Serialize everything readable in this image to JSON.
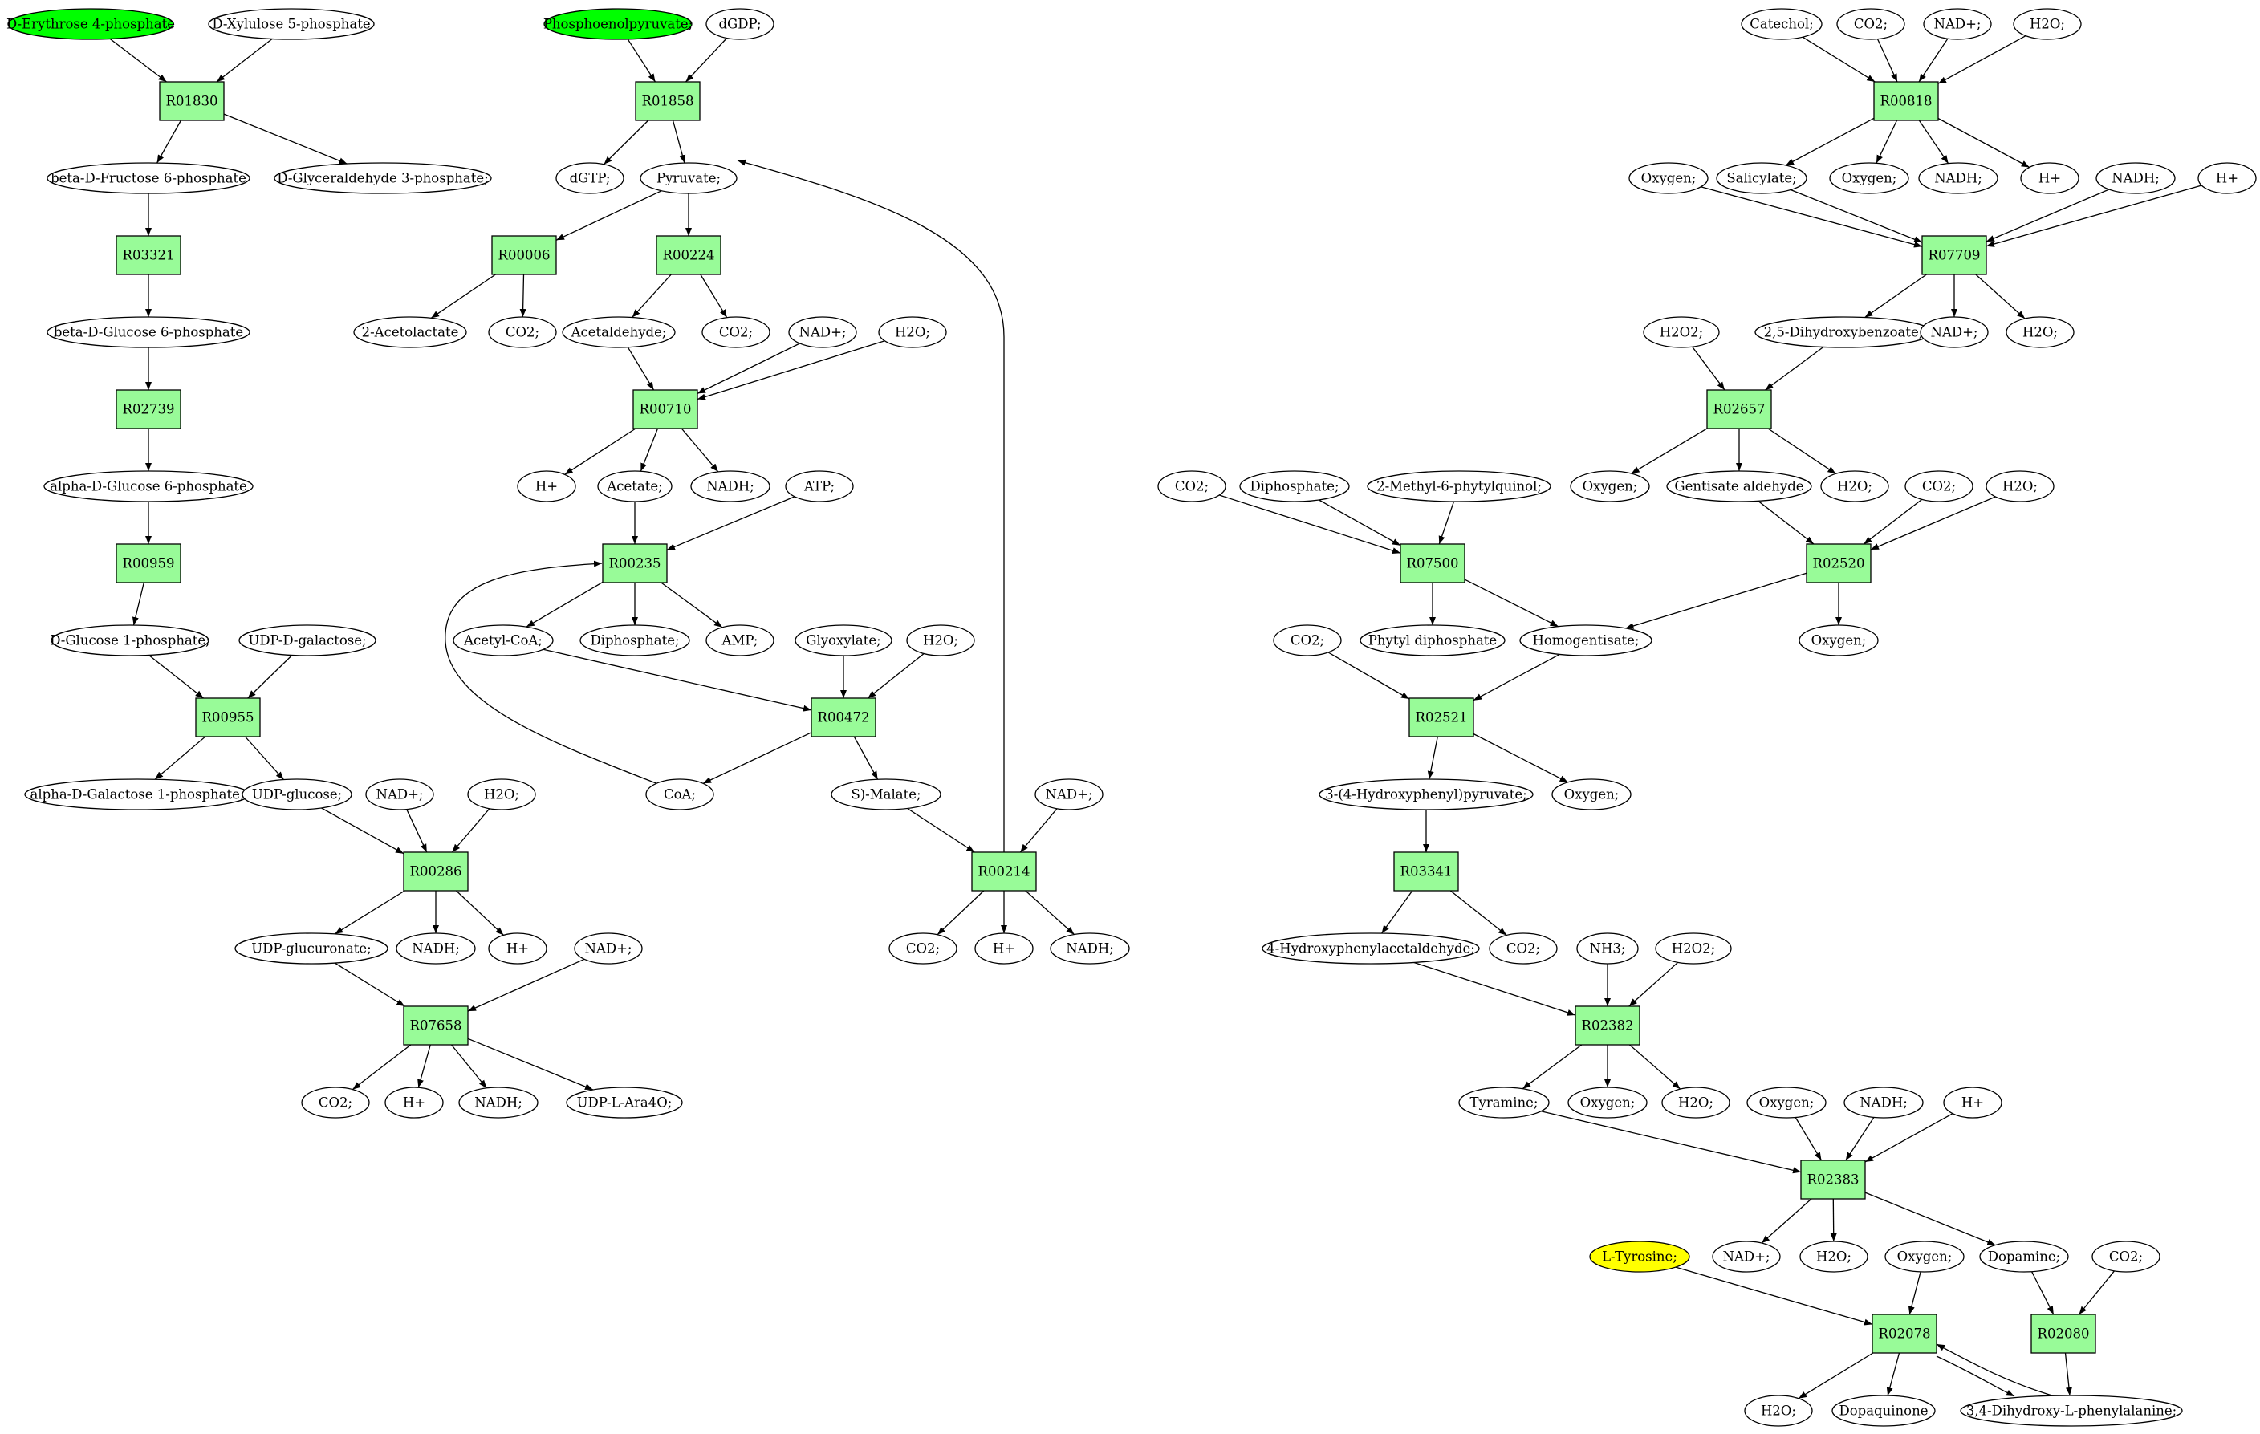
{
  "colors": {
    "reaction_fill": "#98fb98",
    "start_fill": "#00ff00",
    "target_fill": "#ffff00",
    "compound_fill": "#ffffff",
    "stroke": "#000000"
  },
  "nodes": [
    {
      "id": "c_e4p",
      "kind": "compound",
      "style": "start",
      "label": "D-Erythrose 4-phosphate"
    },
    {
      "id": "c_x5p",
      "kind": "compound",
      "label": "D-Xylulose 5-phosphate"
    },
    {
      "id": "r_R01830",
      "kind": "reaction",
      "label": "R01830"
    },
    {
      "id": "c_bdf6p",
      "kind": "compound",
      "label": "beta-D-Fructose 6-phosphate"
    },
    {
      "id": "c_dg3p",
      "kind": "compound",
      "label": "D-Glyceraldehyde 3-phosphate;"
    },
    {
      "id": "r_R03321",
      "kind": "reaction",
      "label": "R03321"
    },
    {
      "id": "c_bdg6p",
      "kind": "compound",
      "label": "beta-D-Glucose 6-phosphate"
    },
    {
      "id": "r_R02739",
      "kind": "reaction",
      "label": "R02739"
    },
    {
      "id": "c_adg6p",
      "kind": "compound",
      "label": "alpha-D-Glucose 6-phosphate"
    },
    {
      "id": "r_R00959",
      "kind": "reaction",
      "label": "R00959"
    },
    {
      "id": "c_dg1p",
      "kind": "compound",
      "label": "D-Glucose 1-phosphate;"
    },
    {
      "id": "c_udpgal",
      "kind": "compound",
      "label": "UDP-D-galactose;"
    },
    {
      "id": "r_R00955",
      "kind": "reaction",
      "label": "R00955"
    },
    {
      "id": "c_adgal1p",
      "kind": "compound",
      "label": "alpha-D-Galactose 1-phosphate;"
    },
    {
      "id": "c_udpglc",
      "kind": "compound",
      "label": "UDP-glucose;"
    },
    {
      "id": "c_nadp_a",
      "kind": "compound",
      "label": "NAD+;"
    },
    {
      "id": "c_h2o_a",
      "kind": "compound",
      "label": "H2O;"
    },
    {
      "id": "r_R00286",
      "kind": "reaction",
      "label": "R00286"
    },
    {
      "id": "c_udpglcu",
      "kind": "compound",
      "label": "UDP-glucuronate;"
    },
    {
      "id": "c_nadh_a",
      "kind": "compound",
      "label": "NADH;"
    },
    {
      "id": "c_hp_a",
      "kind": "compound",
      "label": "H+"
    },
    {
      "id": "c_nadp_b",
      "kind": "compound",
      "label": "NAD+;"
    },
    {
      "id": "r_R07658",
      "kind": "reaction",
      "label": "R07658"
    },
    {
      "id": "c_co2_a",
      "kind": "compound",
      "label": "CO2;"
    },
    {
      "id": "c_hp_b",
      "kind": "compound",
      "label": "H+"
    },
    {
      "id": "c_nadh_b",
      "kind": "compound",
      "label": "NADH;"
    },
    {
      "id": "c_udpara",
      "kind": "compound",
      "label": "UDP-L-Ara4O;"
    },
    {
      "id": "c_pep",
      "kind": "compound",
      "style": "start",
      "label": "Phosphoenolpyruvate;"
    },
    {
      "id": "c_dgdp",
      "kind": "compound",
      "label": "dGDP;"
    },
    {
      "id": "r_R01858",
      "kind": "reaction",
      "label": "R01858"
    },
    {
      "id": "c_dgtp",
      "kind": "compound",
      "label": "dGTP;"
    },
    {
      "id": "c_pyr",
      "kind": "compound",
      "label": "Pyruvate;"
    },
    {
      "id": "r_R00006",
      "kind": "reaction",
      "label": "R00006"
    },
    {
      "id": "r_R00224",
      "kind": "reaction",
      "label": "R00224"
    },
    {
      "id": "c_2acl",
      "kind": "compound",
      "label": "2-Acetolactate"
    },
    {
      "id": "c_co2_b",
      "kind": "compound",
      "label": "CO2;"
    },
    {
      "id": "c_acald",
      "kind": "compound",
      "label": "Acetaldehyde;"
    },
    {
      "id": "c_co2_c",
      "kind": "compound",
      "label": "CO2;"
    },
    {
      "id": "c_nadp_c",
      "kind": "compound",
      "label": "NAD+;"
    },
    {
      "id": "c_h2o_b",
      "kind": "compound",
      "label": "H2O;"
    },
    {
      "id": "r_R00710",
      "kind": "reaction",
      "label": "R00710"
    },
    {
      "id": "c_hp_c",
      "kind": "compound",
      "label": "H+"
    },
    {
      "id": "c_acet",
      "kind": "compound",
      "label": "Acetate;"
    },
    {
      "id": "c_nadh_c",
      "kind": "compound",
      "label": "NADH;"
    },
    {
      "id": "c_atp",
      "kind": "compound",
      "label": "ATP;"
    },
    {
      "id": "r_R00235",
      "kind": "reaction",
      "label": "R00235"
    },
    {
      "id": "c_accoa",
      "kind": "compound",
      "label": "Acetyl-CoA;"
    },
    {
      "id": "c_ppi_a",
      "kind": "compound",
      "label": "Diphosphate;"
    },
    {
      "id": "c_amp",
      "kind": "compound",
      "label": "AMP;"
    },
    {
      "id": "c_glyox",
      "kind": "compound",
      "label": "Glyoxylate;"
    },
    {
      "id": "c_h2o_c",
      "kind": "compound",
      "label": "H2O;"
    },
    {
      "id": "r_R00472",
      "kind": "reaction",
      "label": "R00472"
    },
    {
      "id": "c_coa",
      "kind": "compound",
      "label": "CoA;"
    },
    {
      "id": "c_smal",
      "kind": "compound",
      "label": "S)-Malate;"
    },
    {
      "id": "c_nadp_d",
      "kind": "compound",
      "label": "NAD+;"
    },
    {
      "id": "r_R00214",
      "kind": "reaction",
      "label": "R00214"
    },
    {
      "id": "c_co2_d",
      "kind": "compound",
      "label": "CO2;"
    },
    {
      "id": "c_hp_d",
      "kind": "compound",
      "label": "H+"
    },
    {
      "id": "c_nadh_d",
      "kind": "compound",
      "label": "NADH;"
    },
    {
      "id": "c_cat",
      "kind": "compound",
      "label": "Catechol;"
    },
    {
      "id": "c_co2_e",
      "kind": "compound",
      "label": "CO2;"
    },
    {
      "id": "c_nadp_e",
      "kind": "compound",
      "label": "NAD+;"
    },
    {
      "id": "c_h2o_d",
      "kind": "compound",
      "label": "H2O;"
    },
    {
      "id": "r_R00818",
      "kind": "reaction",
      "label": "R00818"
    },
    {
      "id": "c_oxy_a",
      "kind": "compound",
      "label": "Oxygen;"
    },
    {
      "id": "c_salic",
      "kind": "compound",
      "label": "Salicylate;"
    },
    {
      "id": "c_oxy_b",
      "kind": "compound",
      "label": "Oxygen;"
    },
    {
      "id": "c_nadh_e",
      "kind": "compound",
      "label": "NADH;"
    },
    {
      "id": "c_hp_e",
      "kind": "compound",
      "label": "H+"
    },
    {
      "id": "c_nadh_f",
      "kind": "compound",
      "label": "NADH;"
    },
    {
      "id": "c_hp_f",
      "kind": "compound",
      "label": "H+"
    },
    {
      "id": "r_R07709",
      "kind": "reaction",
      "label": "R07709"
    },
    {
      "id": "c_h2o2_a",
      "kind": "compound",
      "label": "H2O2;"
    },
    {
      "id": "c_dhb",
      "kind": "compound",
      "label": "2,5-Dihydroxybenzoate;"
    },
    {
      "id": "c_nadp_f",
      "kind": "compound",
      "label": "NAD+;"
    },
    {
      "id": "c_h2o_e",
      "kind": "compound",
      "label": "H2O;"
    },
    {
      "id": "r_R02657",
      "kind": "reaction",
      "label": "R02657"
    },
    {
      "id": "c_co2_f",
      "kind": "compound",
      "label": "CO2;"
    },
    {
      "id": "c_ppi_b",
      "kind": "compound",
      "label": "Diphosphate;"
    },
    {
      "id": "c_mpq",
      "kind": "compound",
      "label": "2-Methyl-6-phytylquinol;"
    },
    {
      "id": "c_oxy_c",
      "kind": "compound",
      "label": "Oxygen;"
    },
    {
      "id": "c_gentald",
      "kind": "compound",
      "label": "Gentisate aldehyde"
    },
    {
      "id": "c_h2o_f",
      "kind": "compound",
      "label": "H2O;"
    },
    {
      "id": "c_co2_g",
      "kind": "compound",
      "label": "CO2;"
    },
    {
      "id": "c_h2o_g",
      "kind": "compound",
      "label": "H2O;"
    },
    {
      "id": "r_R07500",
      "kind": "reaction",
      "label": "R07500"
    },
    {
      "id": "r_R02520",
      "kind": "reaction",
      "label": "R02520"
    },
    {
      "id": "c_co2_h",
      "kind": "compound",
      "label": "CO2;"
    },
    {
      "id": "c_phytpp",
      "kind": "compound",
      "label": "Phytyl diphosphate"
    },
    {
      "id": "c_hgen",
      "kind": "compound",
      "label": "Homogentisate;"
    },
    {
      "id": "c_oxy_d",
      "kind": "compound",
      "label": "Oxygen;"
    },
    {
      "id": "r_R02521",
      "kind": "reaction",
      "label": "R02521"
    },
    {
      "id": "c_hpp",
      "kind": "compound",
      "label": "3-(4-Hydroxyphenyl)pyruvate;"
    },
    {
      "id": "c_oxy_e",
      "kind": "compound",
      "label": "Oxygen;"
    },
    {
      "id": "r_R03341",
      "kind": "reaction",
      "label": "R03341"
    },
    {
      "id": "c_hpacald",
      "kind": "compound",
      "label": "4-Hydroxyphenylacetaldehyde;"
    },
    {
      "id": "c_co2_i",
      "kind": "compound",
      "label": "CO2;"
    },
    {
      "id": "c_nh3",
      "kind": "compound",
      "label": "NH3;"
    },
    {
      "id": "c_h2o2_b",
      "kind": "compound",
      "label": "H2O2;"
    },
    {
      "id": "r_R02382",
      "kind": "reaction",
      "label": "R02382"
    },
    {
      "id": "c_tyra",
      "kind": "compound",
      "label": "Tyramine;"
    },
    {
      "id": "c_oxy_f",
      "kind": "compound",
      "label": "Oxygen;"
    },
    {
      "id": "c_h2o_h",
      "kind": "compound",
      "label": "H2O;"
    },
    {
      "id": "c_oxy_g",
      "kind": "compound",
      "label": "Oxygen;"
    },
    {
      "id": "c_nadh_g",
      "kind": "compound",
      "label": "NADH;"
    },
    {
      "id": "c_hp_g",
      "kind": "compound",
      "label": "H+"
    },
    {
      "id": "r_R02383",
      "kind": "reaction",
      "label": "R02383"
    },
    {
      "id": "c_ltyr",
      "kind": "compound",
      "style": "target",
      "label": "L-Tyrosine;"
    },
    {
      "id": "c_nadp_g",
      "kind": "compound",
      "label": "NAD+;"
    },
    {
      "id": "c_h2o_i",
      "kind": "compound",
      "label": "H2O;"
    },
    {
      "id": "c_oxy_h",
      "kind": "compound",
      "label": "Oxygen;"
    },
    {
      "id": "c_dopa",
      "kind": "compound",
      "label": "Dopamine;"
    },
    {
      "id": "c_co2_j",
      "kind": "compound",
      "label": "CO2;"
    },
    {
      "id": "r_R02078",
      "kind": "reaction",
      "label": "R02078"
    },
    {
      "id": "r_R02080",
      "kind": "reaction",
      "label": "R02080"
    },
    {
      "id": "c_h2o_j",
      "kind": "compound",
      "label": "H2O;"
    },
    {
      "id": "c_dopaq",
      "kind": "compound",
      "label": "Dopaquinone"
    },
    {
      "id": "c_ldopa",
      "kind": "compound",
      "label": "3,4-Dihydroxy-L-phenylalanine;"
    }
  ],
  "edges": [
    [
      "c_e4p",
      "r_R01830"
    ],
    [
      "c_x5p",
      "r_R01830"
    ],
    [
      "r_R01830",
      "c_bdf6p"
    ],
    [
      "r_R01830",
      "c_dg3p"
    ],
    [
      "c_bdf6p",
      "r_R03321"
    ],
    [
      "r_R03321",
      "c_bdg6p"
    ],
    [
      "c_bdg6p",
      "r_R02739"
    ],
    [
      "r_R02739",
      "c_adg6p"
    ],
    [
      "c_adg6p",
      "r_R00959"
    ],
    [
      "r_R00959",
      "c_dg1p"
    ],
    [
      "c_dg1p",
      "r_R00955"
    ],
    [
      "c_udpgal",
      "r_R00955"
    ],
    [
      "r_R00955",
      "c_adgal1p"
    ],
    [
      "r_R00955",
      "c_udpglc"
    ],
    [
      "c_udpglc",
      "r_R00286"
    ],
    [
      "c_nadp_a",
      "r_R00286"
    ],
    [
      "c_h2o_a",
      "r_R00286"
    ],
    [
      "r_R00286",
      "c_udpglcu"
    ],
    [
      "r_R00286",
      "c_nadh_a"
    ],
    [
      "r_R00286",
      "c_hp_a"
    ],
    [
      "c_udpglcu",
      "r_R07658"
    ],
    [
      "c_nadp_b",
      "r_R07658"
    ],
    [
      "r_R07658",
      "c_co2_a"
    ],
    [
      "r_R07658",
      "c_hp_b"
    ],
    [
      "r_R07658",
      "c_nadh_b"
    ],
    [
      "r_R07658",
      "c_udpara"
    ],
    [
      "c_pep",
      "r_R01858"
    ],
    [
      "c_dgdp",
      "r_R01858"
    ],
    [
      "r_R01858",
      "c_dgtp"
    ],
    [
      "r_R01858",
      "c_pyr"
    ],
    [
      "c_pyr",
      "r_R00006"
    ],
    [
      "c_pyr",
      "r_R00224"
    ],
    [
      "r_R00006",
      "c_2acl"
    ],
    [
      "r_R00006",
      "c_co2_b"
    ],
    [
      "r_R00224",
      "c_acald"
    ],
    [
      "r_R00224",
      "c_co2_c"
    ],
    [
      "c_acald",
      "r_R00710"
    ],
    [
      "c_nadp_c",
      "r_R00710"
    ],
    [
      "c_h2o_b",
      "r_R00710"
    ],
    [
      "r_R00710",
      "c_hp_c"
    ],
    [
      "r_R00710",
      "c_acet"
    ],
    [
      "r_R00710",
      "c_nadh_c"
    ],
    [
      "c_acet",
      "r_R00235"
    ],
    [
      "c_atp",
      "r_R00235"
    ],
    [
      "r_R00235",
      "c_accoa"
    ],
    [
      "r_R00235",
      "c_ppi_a"
    ],
    [
      "r_R00235",
      "c_amp"
    ],
    [
      "c_accoa",
      "r_R00472"
    ],
    [
      "c_glyox",
      "r_R00472"
    ],
    [
      "c_h2o_c",
      "r_R00472"
    ],
    [
      "r_R00472",
      "c_coa"
    ],
    [
      "r_R00472",
      "c_smal"
    ],
    [
      "c_coa",
      "r_R00235"
    ],
    [
      "c_smal",
      "r_R00214"
    ],
    [
      "c_nadp_d",
      "r_R00214"
    ],
    [
      "r_R00214",
      "c_co2_d"
    ],
    [
      "r_R00214",
      "c_hp_d"
    ],
    [
      "r_R00214",
      "c_nadh_d"
    ],
    [
      "r_R00214",
      "c_pyr"
    ],
    [
      "c_cat",
      "r_R00818"
    ],
    [
      "c_co2_e",
      "r_R00818"
    ],
    [
      "c_nadp_e",
      "r_R00818"
    ],
    [
      "c_h2o_d",
      "r_R00818"
    ],
    [
      "r_R00818",
      "c_salic"
    ],
    [
      "r_R00818",
      "c_oxy_b"
    ],
    [
      "r_R00818",
      "c_nadh_e"
    ],
    [
      "r_R00818",
      "c_hp_e"
    ],
    [
      "c_oxy_a",
      "r_R07709"
    ],
    [
      "c_salic",
      "r_R07709"
    ],
    [
      "c_nadh_f",
      "r_R07709"
    ],
    [
      "c_hp_f",
      "r_R07709"
    ],
    [
      "r_R07709",
      "c_dhb"
    ],
    [
      "r_R07709",
      "c_nadp_f"
    ],
    [
      "r_R07709",
      "c_h2o_e"
    ],
    [
      "c_h2o2_a",
      "r_R02657"
    ],
    [
      "c_dhb",
      "r_R02657"
    ],
    [
      "r_R02657",
      "c_oxy_c"
    ],
    [
      "r_R02657",
      "c_gentald"
    ],
    [
      "r_R02657",
      "c_h2o_f"
    ],
    [
      "c_gentald",
      "r_R02520"
    ],
    [
      "c_co2_g",
      "r_R02520"
    ],
    [
      "c_h2o_g",
      "r_R02520"
    ],
    [
      "r_R02520",
      "c_hgen"
    ],
    [
      "r_R02520",
      "c_oxy_d"
    ],
    [
      "c_co2_f",
      "r_R07500"
    ],
    [
      "c_ppi_b",
      "r_R07500"
    ],
    [
      "c_mpq",
      "r_R07500"
    ],
    [
      "r_R07500",
      "c_phytpp"
    ],
    [
      "r_R07500",
      "c_hgen"
    ],
    [
      "c_co2_h",
      "r_R02521"
    ],
    [
      "c_hgen",
      "r_R02521"
    ],
    [
      "r_R02521",
      "c_hpp"
    ],
    [
      "r_R02521",
      "c_oxy_e"
    ],
    [
      "c_hpp",
      "r_R03341"
    ],
    [
      "r_R03341",
      "c_hpacald"
    ],
    [
      "r_R03341",
      "c_co2_i"
    ],
    [
      "c_hpacald",
      "r_R02382"
    ],
    [
      "c_nh3",
      "r_R02382"
    ],
    [
      "c_h2o2_b",
      "r_R02382"
    ],
    [
      "r_R02382",
      "c_tyra"
    ],
    [
      "r_R02382",
      "c_oxy_f"
    ],
    [
      "r_R02382",
      "c_h2o_h"
    ],
    [
      "c_tyra",
      "r_R02383"
    ],
    [
      "c_oxy_g",
      "r_R02383"
    ],
    [
      "c_nadh_g",
      "r_R02383"
    ],
    [
      "c_hp_g",
      "r_R02383"
    ],
    [
      "r_R02383",
      "c_nadp_g"
    ],
    [
      "r_R02383",
      "c_h2o_i"
    ],
    [
      "r_R02383",
      "c_dopa"
    ],
    [
      "c_ltyr",
      "r_R02078"
    ],
    [
      "c_oxy_h",
      "r_R02078"
    ],
    [
      "c_ldopa",
      "r_R02078"
    ],
    [
      "r_R02078",
      "c_h2o_j"
    ],
    [
      "r_R02078",
      "c_dopaq"
    ],
    [
      "r_R02078",
      "c_ldopa"
    ],
    [
      "c_dopa",
      "r_R02080"
    ],
    [
      "c_co2_j",
      "r_R02080"
    ],
    [
      "r_R02080",
      "c_ldopa"
    ]
  ]
}
